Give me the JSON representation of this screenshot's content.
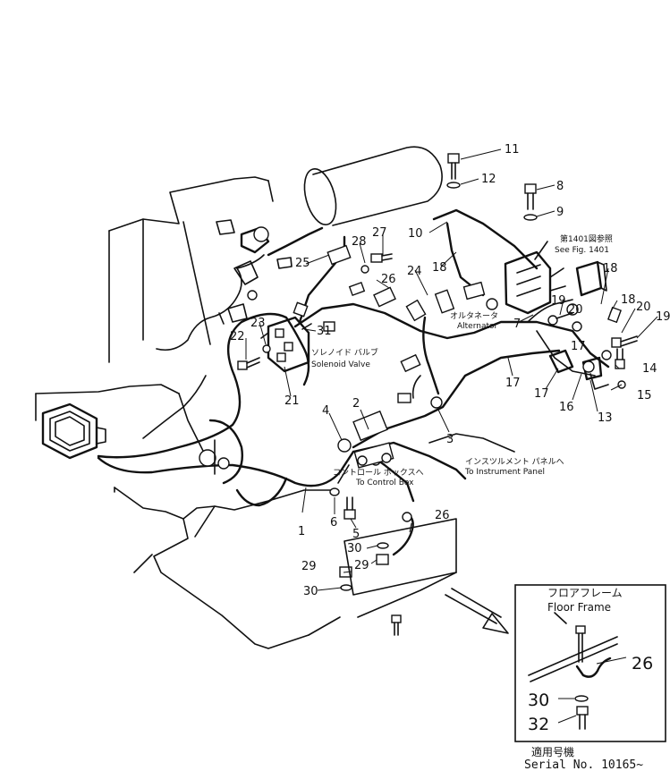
{
  "callouts": [
    "1",
    "2",
    "3",
    "4",
    "5",
    "6",
    "7",
    "8",
    "9",
    "10",
    "11",
    "12",
    "13",
    "14",
    "15",
    "16",
    "17",
    "18",
    "19",
    "20",
    "21",
    "22",
    "23",
    "24",
    "25",
    "26",
    "27",
    "28",
    "29",
    "30",
    "31",
    "32"
  ],
  "labels": {
    "fig_ref_jp": "第1401図参照",
    "fig_ref_en": "See Fig. 1401",
    "alternator_jp": "オルタネータ",
    "alternator_en": "Alternator",
    "solenoid_jp": "ソレノイド バルブ",
    "solenoid_en": "Solenoid Valve",
    "control_box_jp": "コントロール ボックスへ",
    "control_box_en": "To Control Box",
    "instrument_jp": "インスツルメント パネルへ",
    "instrument_en": "To Instrument Panel"
  },
  "inset": {
    "title_jp": "フロアフレーム",
    "title_en": "Floor Frame",
    "serial_jp": "適用号機",
    "serial_en": "Serial No. 10165~"
  }
}
